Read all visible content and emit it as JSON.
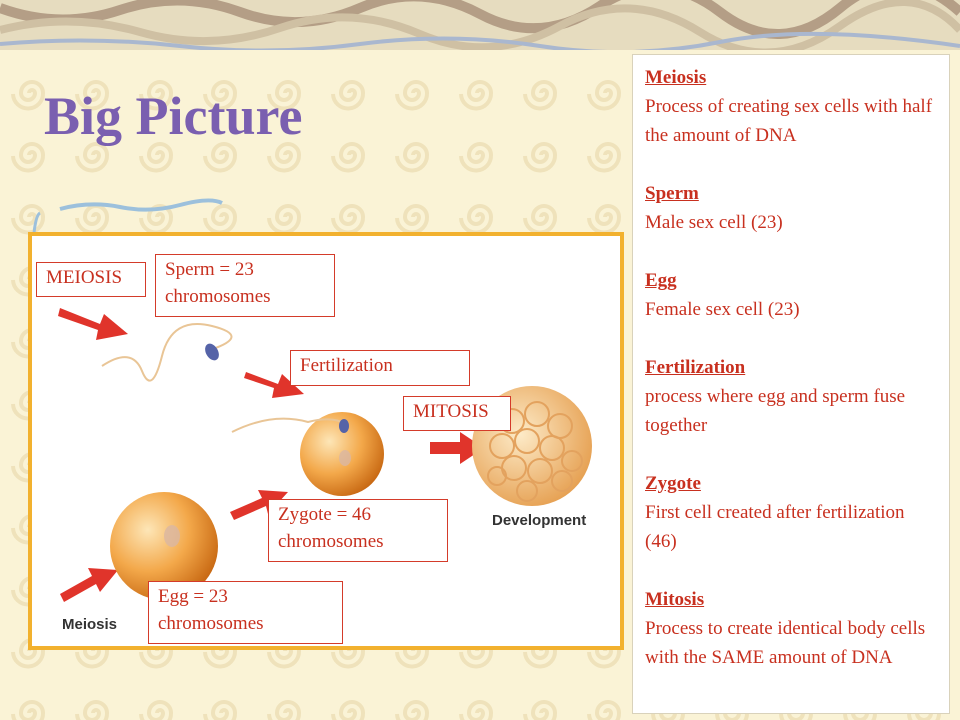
{
  "title": "Big Picture",
  "diagram": {
    "meiosis_top_label": "MEIOSIS",
    "sperm_label": "Sperm = 23 chromosomes",
    "fertilization_label": "Fertilization",
    "mitosis_label": "MITOSIS",
    "zygote_label": "Zygote = 46 chromosomes",
    "egg_label": "Egg = 23 chromosomes",
    "development_caption": "Development",
    "meiosis_bottom_caption": "Meiosis"
  },
  "glossary": [
    {
      "term": "Meiosis",
      "definition": "Process of creating sex cells with half the amount of DNA"
    },
    {
      "term": "Sperm",
      "definition": "Male sex cell (23)"
    },
    {
      "term": "Egg ",
      "definition": "Female sex cell (23)"
    },
    {
      "term": "Fertilization",
      "definition": "process where egg and sperm fuse together"
    },
    {
      "term": "Zygote",
      "definition": "First cell created after fertilization (46)"
    },
    {
      "term": "Mitosis",
      "definition": "Process to create identical body cells with the SAME amount of DNA"
    }
  ],
  "colors": {
    "title": "#7a5fb0",
    "accent_red": "#c8301f",
    "frame": "#f2b12e",
    "background": "#faf3d6"
  }
}
